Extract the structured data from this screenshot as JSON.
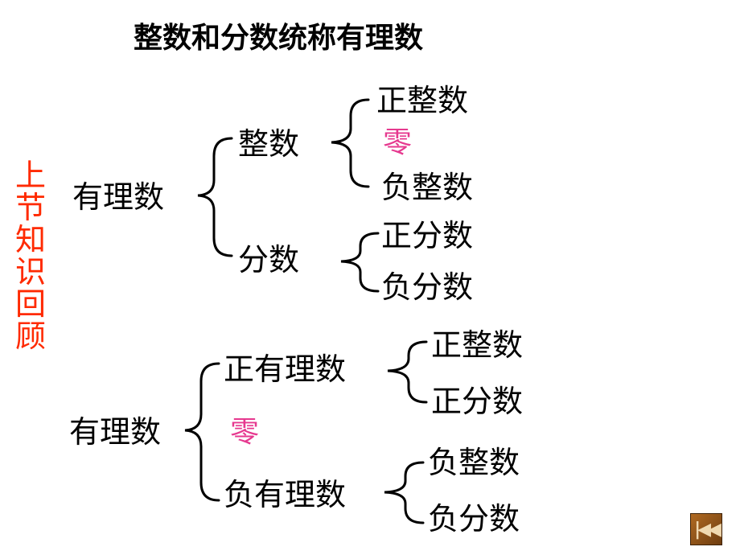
{
  "title": "整数和分数统称有理数",
  "side_note": [
    "上",
    "节",
    "知",
    "识",
    "回",
    "顾"
  ],
  "tree1": {
    "root": "有理数",
    "integer": "整数",
    "pos_int": "正整数",
    "zero": "零",
    "neg_int": "负整数",
    "fraction": "分数",
    "pos_frac": "正分数",
    "neg_frac": "负分数"
  },
  "tree2": {
    "root": "有理数",
    "pos_rational": "正有理数",
    "pos_int": "正整数",
    "pos_frac": "正分数",
    "zero": "零",
    "neg_rational": "负有理数",
    "neg_int": "负整数",
    "neg_frac": "负分数"
  },
  "colors": {
    "zero": "#e6398f",
    "side_note": "#ff2a00",
    "nav_button": "#9a5a1c"
  },
  "nav": {
    "icon": "rewind-to-start-icon"
  }
}
